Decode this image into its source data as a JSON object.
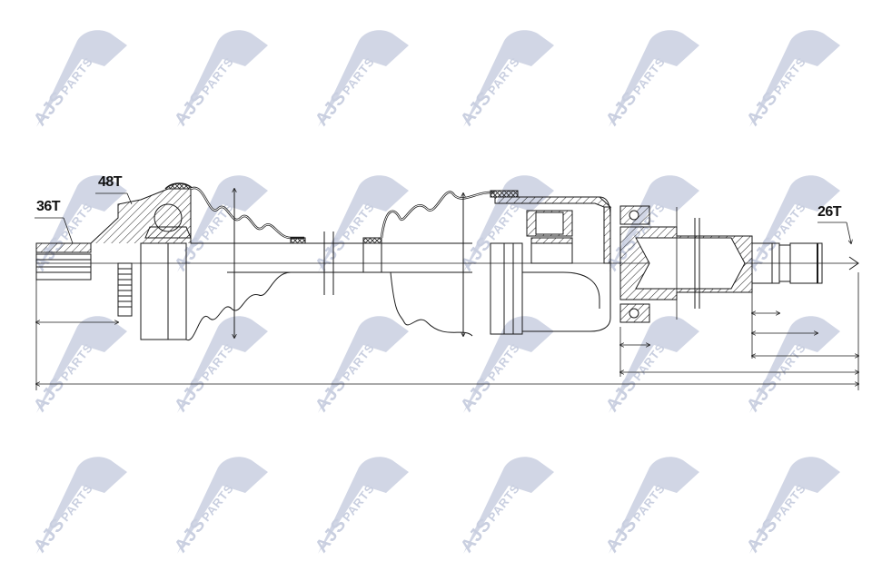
{
  "diagram": {
    "type": "technical-drawing",
    "subject": "CV drive shaft cross-section",
    "labels": {
      "outer_spline": "36T",
      "inner_spline": "48T",
      "inboard_spline": "26T"
    },
    "watermark": {
      "brand": "AJS",
      "suffix": "PARTS",
      "color": "#c9cfe0",
      "rows": 4,
      "cols": 6
    },
    "colors": {
      "line": "#1a1a1a",
      "hatch": "#2a2a2a",
      "background": "#ffffff"
    }
  }
}
